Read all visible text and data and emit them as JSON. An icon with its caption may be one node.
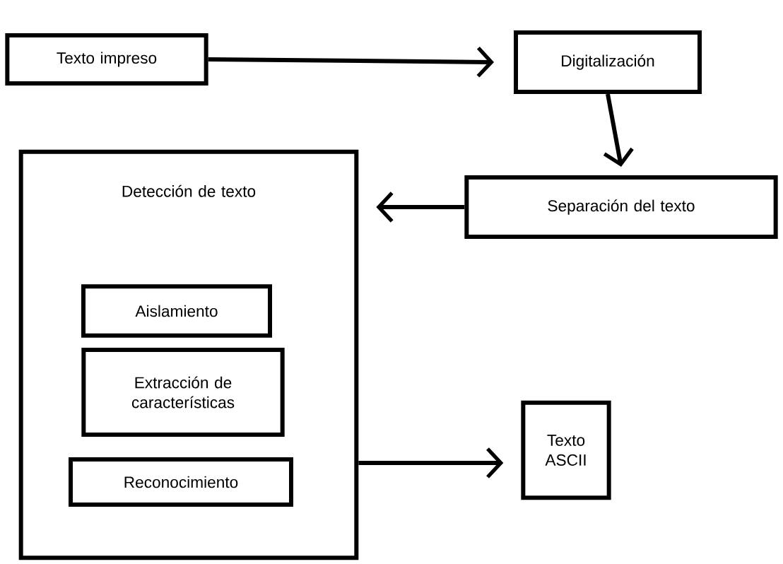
{
  "diagram": {
    "nodes": [
      {
        "text": [
          "Texto impreso"
        ]
      },
      {
        "text": [
          "Digitalización"
        ]
      },
      {
        "text": [
          "Detección de texto"
        ]
      },
      {
        "text": [
          "Separación del texto"
        ]
      },
      {
        "text": [
          "Aislamiento"
        ],
        "in": 2
      },
      {
        "text": [
          "Extracción de características"
        ],
        "in": 2
      },
      {
        "text": [
          "Reconocimiento"
        ],
        "in": 2
      },
      {
        "text": [
          "Texto ASCII"
        ]
      }
    ],
    "edges": [
      {
        "from": 0,
        "to": 1,
        "arrow": "to"
      },
      {
        "from": 1,
        "to": 3,
        "arrow": "to"
      },
      {
        "from": 3,
        "to": 2,
        "arrow": "to"
      },
      {
        "from": 2,
        "to": 7,
        "arrow": "to"
      }
    ]
  }
}
